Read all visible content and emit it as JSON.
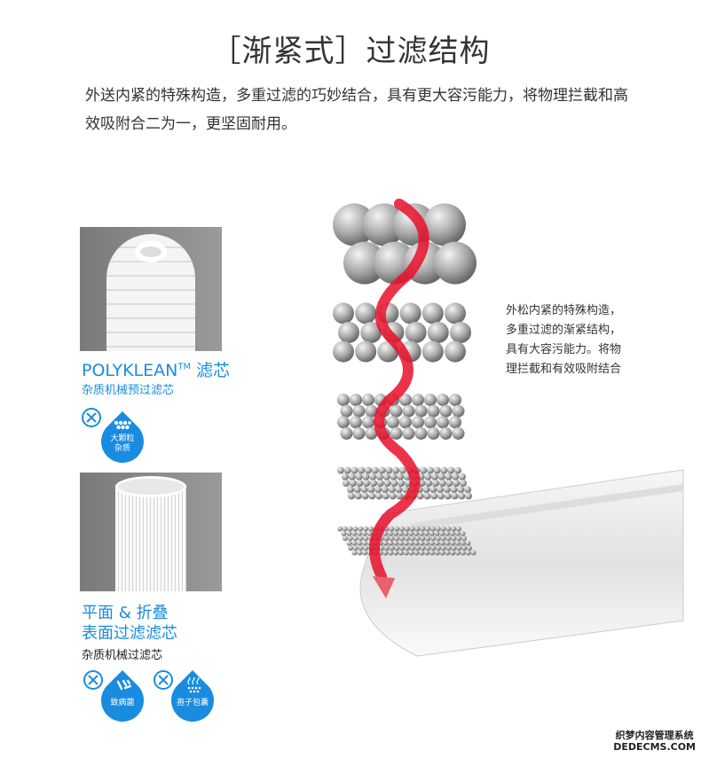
{
  "title": "［渐紧式］过滤结构",
  "intro": "外送内紧的特殊构造，多重过滤的巧妙结合，具有更大容污能力，将物理拦截和高效吸附合二为一，更坚固耐用。",
  "filter1": {
    "name": "POLYKLEAN",
    "tm": "TM",
    "name_suffix": "滤芯",
    "subtitle": "杂质机械预过滤芯",
    "badges": [
      {
        "label_line1": "大颗粒",
        "label_line2": "杂质",
        "icon": "particles-icon"
      }
    ]
  },
  "filter2": {
    "name_line1": "平面 & 折叠",
    "name_line2": "表面过滤滤芯",
    "subtitle": "杂质机械过滤芯",
    "badges": [
      {
        "label": "致病菌",
        "icon": "bacteria-icon"
      },
      {
        "label": "孢子包囊",
        "icon": "spores-icon"
      }
    ]
  },
  "side_text": [
    "外松内紧的特殊构造，",
    "多重过滤的渐紧结构，",
    "具有大容污能力。将物",
    "理拦截和有效吸附结合"
  ],
  "watermark": {
    "line1": "织梦内容管理系统",
    "line2": "DEDECMS.COM"
  },
  "colors": {
    "accent": "#1a8ce0",
    "arrow": "#e8102a"
  }
}
